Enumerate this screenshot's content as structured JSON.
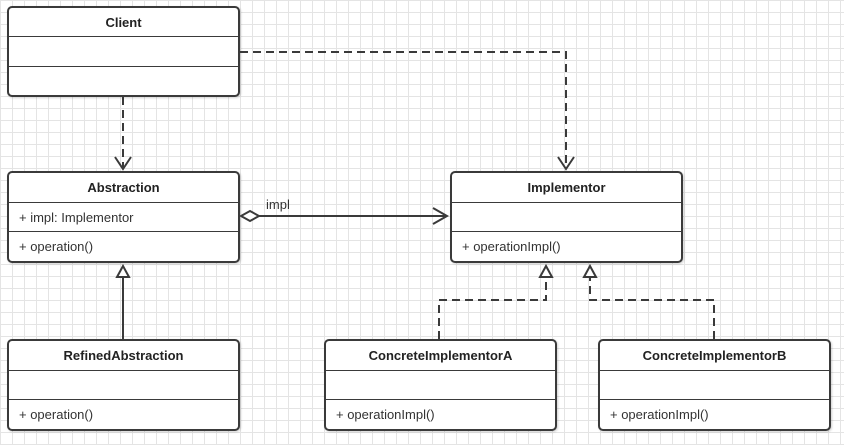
{
  "classes": {
    "client": {
      "name": "Client",
      "attrs": "",
      "ops": ""
    },
    "abstraction": {
      "name": "Abstraction",
      "attrs": "+ impl: Implementor",
      "ops": "+ operation()"
    },
    "implementor": {
      "name": "Implementor",
      "attrs": "",
      "ops": "+ operationImpl()"
    },
    "refined": {
      "name": "RefinedAbstraction",
      "attrs": "",
      "ops": "+ operation()"
    },
    "concrete_a": {
      "name": "ConcreteImplementorA",
      "attrs": "",
      "ops": "+ operationImpl()"
    },
    "concrete_b": {
      "name": "ConcreteImplementorB",
      "attrs": "",
      "ops": "+ operationImpl()"
    }
  },
  "relations": {
    "aggregation_label": "impl"
  },
  "colors": {
    "line": "#3a3a3a",
    "grid": "#e4e4e4",
    "background": "#ffffff"
  }
}
